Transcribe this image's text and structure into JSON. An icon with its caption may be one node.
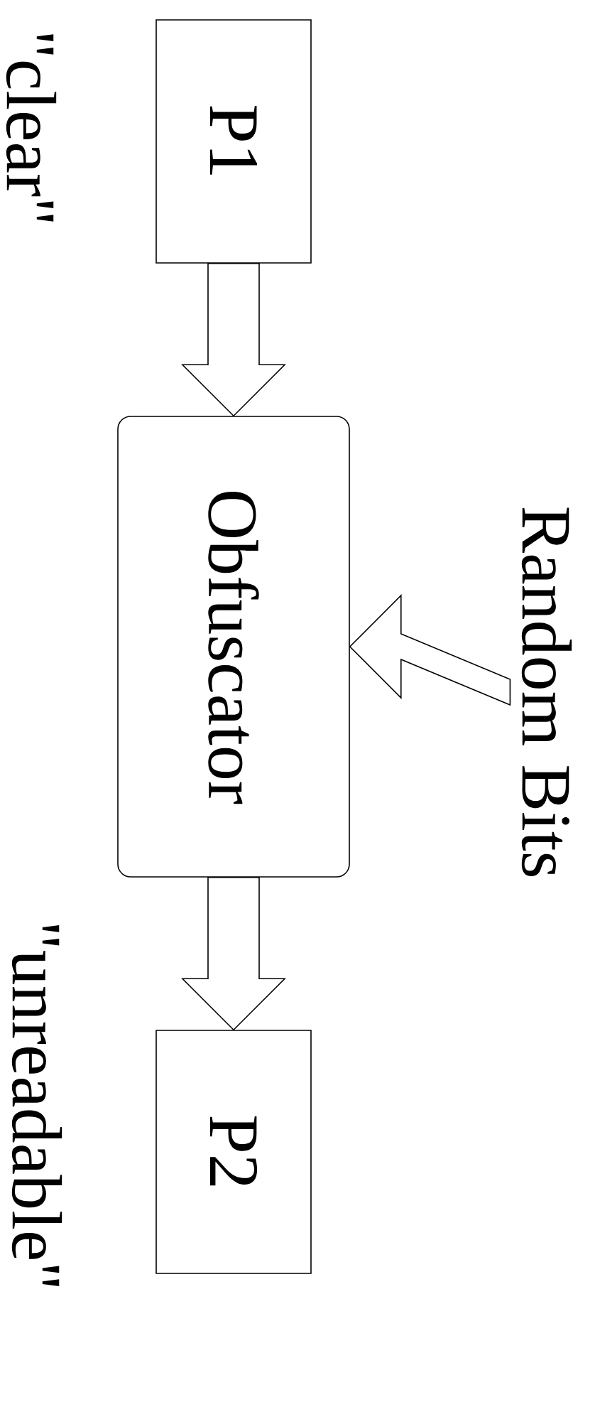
{
  "diagram": {
    "nodes": [
      {
        "text": [
          "P1"
        ],
        "beside": [
          "\"clear\""
        ]
      },
      {
        "text": [
          "Obfuscator"
        ]
      },
      {
        "text": [
          "P2"
        ],
        "beside": [
          "\"unreadable\""
        ]
      },
      {
        "text": [
          "Random Bits"
        ]
      }
    ],
    "edges": [
      {
        "from": 0,
        "to": 1,
        "arrow": "to"
      },
      {
        "from": 3,
        "to": 1,
        "arrow": "to"
      },
      {
        "from": 1,
        "to": 2,
        "arrow": "to"
      }
    ]
  }
}
